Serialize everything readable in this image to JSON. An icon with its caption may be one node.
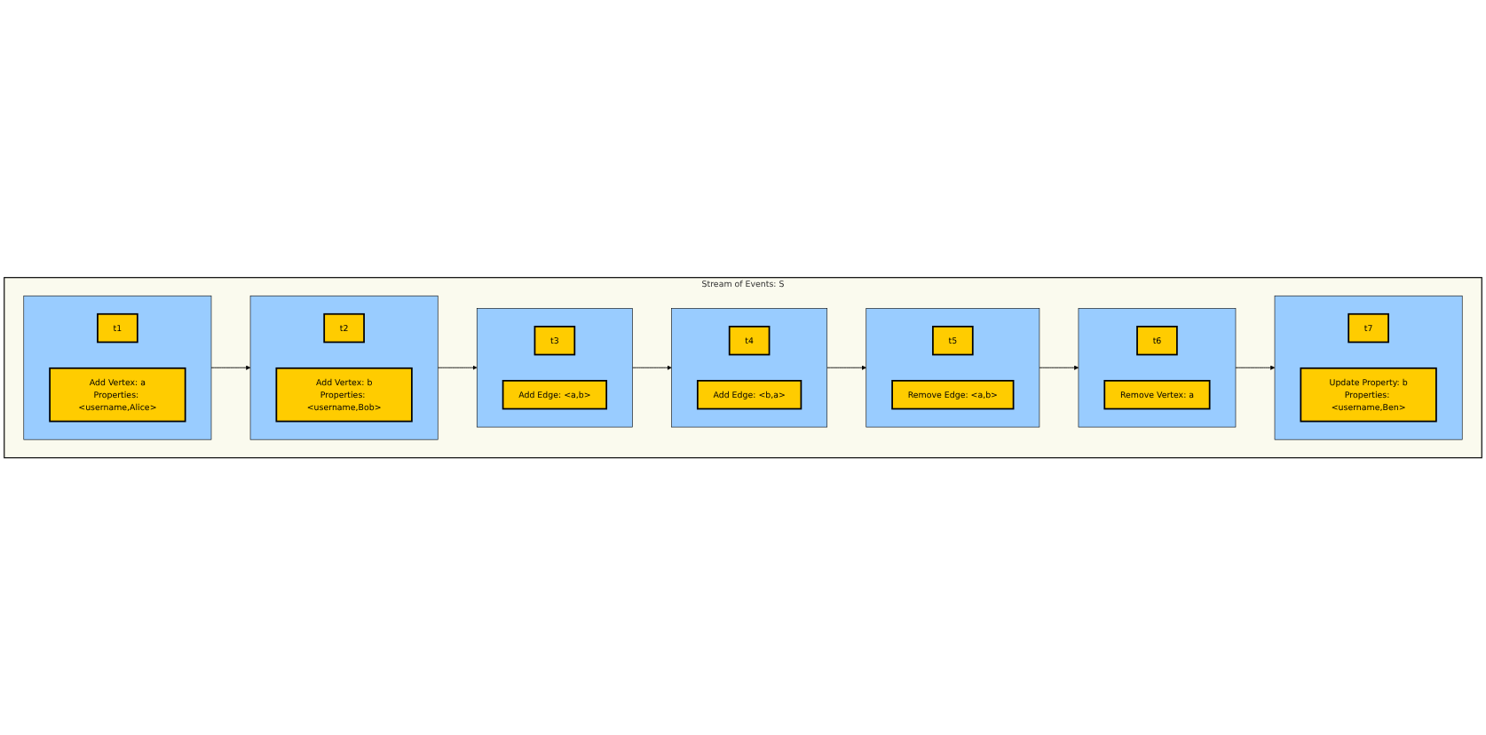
{
  "diagram": {
    "nodes": [
      {
        "text": [
          "Stream of Events: S"
        ]
      },
      {
        "text": [],
        "shape": "box",
        "in": 0
      },
      {
        "text": [
          "t1"
        ],
        "in": 1
      },
      {
        "text": [
          "Add Vertex: a",
          "Properties: <username,Alice>"
        ],
        "in": 1
      },
      {
        "text": [],
        "shape": "box",
        "in": 0
      },
      {
        "text": [
          "t2"
        ],
        "in": 4
      },
      {
        "text": [
          "Add Vertex: b",
          "Properties: <username,Bob>"
        ],
        "in": 4
      },
      {
        "text": [],
        "shape": "box",
        "in": 0
      },
      {
        "text": [
          "t3"
        ],
        "in": 7
      },
      {
        "text": [
          "Add Edge: <a,b>"
        ],
        "in": 7
      },
      {
        "text": [],
        "shape": "box",
        "in": 0
      },
      {
        "text": [
          "t4"
        ],
        "in": 10
      },
      {
        "text": [
          "Add Edge: <b,a>"
        ],
        "in": 10
      },
      {
        "text": [],
        "shape": "box",
        "in": 0
      },
      {
        "text": [
          "t5"
        ],
        "in": 13
      },
      {
        "text": [
          "Remove Edge: <a,b>"
        ],
        "in": 13
      },
      {
        "text": [],
        "shape": "box",
        "in": 0
      },
      {
        "text": [
          "t6"
        ],
        "in": 16
      },
      {
        "text": [
          "Remove Vertex: a"
        ],
        "in": 16
      },
      {
        "text": [],
        "shape": "box",
        "in": 0
      },
      {
        "text": [
          "t7"
        ],
        "in": 19
      },
      {
        "text": [
          "Update Property: b",
          "Properties: <username,Ben>"
        ],
        "in": 19
      }
    ],
    "edges": [
      {
        "from": 1,
        "to": 4,
        "arrow": "to"
      },
      {
        "from": 4,
        "to": 7,
        "arrow": "to"
      },
      {
        "from": 7,
        "to": 10,
        "arrow": "to"
      },
      {
        "from": 10,
        "to": 13,
        "arrow": "to"
      },
      {
        "from": 13,
        "to": 16,
        "arrow": "to"
      },
      {
        "from": 16,
        "to": 19,
        "arrow": "to"
      }
    ]
  }
}
